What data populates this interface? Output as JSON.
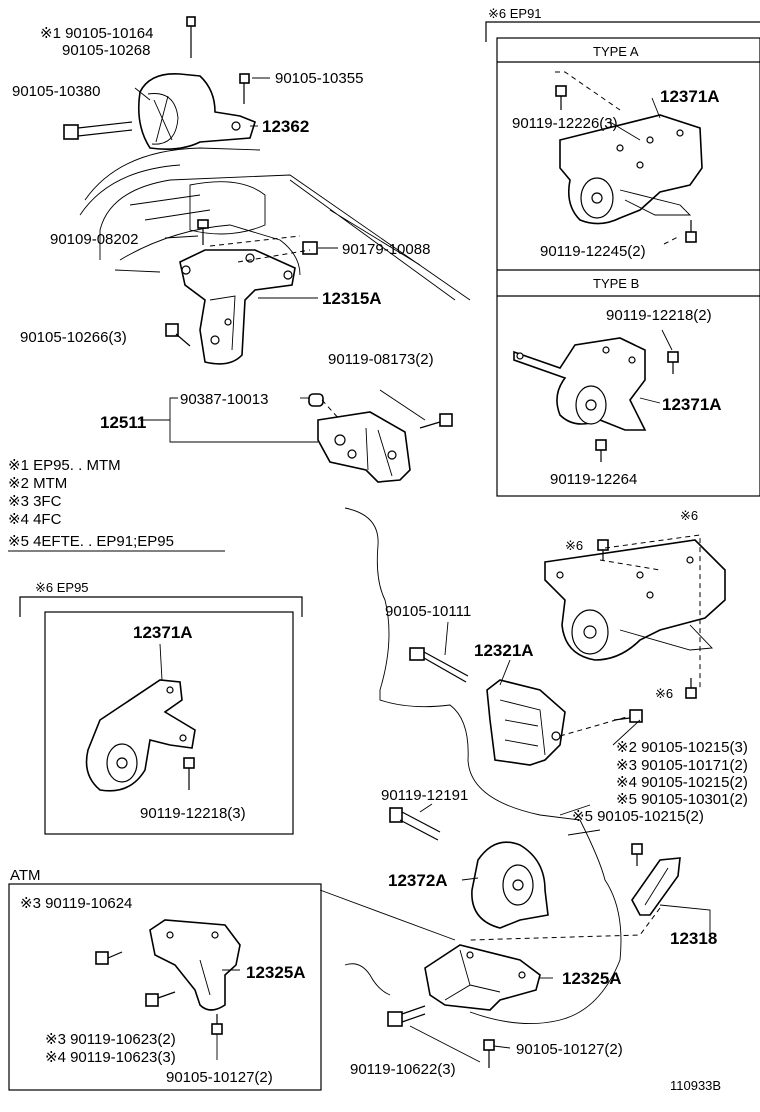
{
  "labels": {
    "l1": "※1 90105-10164",
    "l2": "90105-10268",
    "l3": "90105-10380",
    "l4": "90105-10355",
    "l5": "12362",
    "l6": "90109-08202",
    "l7": "90179-10088",
    "l8": "12315A",
    "l9": "90105-10266(3)",
    "l10": "90119-08173(2)",
    "l11": "90387-10013",
    "l12": "12511",
    "l13": "90105-10111",
    "l14": "12321A",
    "l15": "90119-12191",
    "l16": "12372A",
    "l17": "12325A",
    "l18": "90105-10127(2)",
    "l19": "90119-10622(3)",
    "l20": "12318",
    "l21": "※5 90105-10215(2)",
    "l22": "※6",
    "l23": "※6",
    "l24": "※6"
  },
  "notes": {
    "n1": "※1 EP95. . MTM",
    "n2": "※2 MTM",
    "n3": "※3 3FC",
    "n4": "※4 4FC",
    "n5": "※5 4EFTE. . EP91;EP95"
  },
  "multi": {
    "m1": "※2 90105-10215(3)",
    "m2": "※3 90105-10171(2)",
    "m3": "※4 90105-10215(2)",
    "m4": "※5 90105-10301(2)"
  },
  "ep91": {
    "title": "※6 EP91",
    "typeA": "TYPE A",
    "typeB": "TYPE B",
    "a_part": "12371A",
    "a_bolt1": "90119-12226(3)",
    "a_bolt2": "90119-12245(2)",
    "b_bolt1": "90119-12218(2)",
    "b_part": "12371A",
    "b_bolt2": "90119-12264"
  },
  "ep95": {
    "title": "※6 EP95",
    "part": "12371A",
    "bolt": "90119-12218(3)"
  },
  "atm": {
    "title": "ATM",
    "bolt1": "※3 90119-10624",
    "part": "12325A",
    "bolt2": "※3 90119-10623(2)",
    "bolt3": "※4 90119-10623(3)",
    "bolt4": "90105-10127(2)"
  },
  "ref": "110933B"
}
